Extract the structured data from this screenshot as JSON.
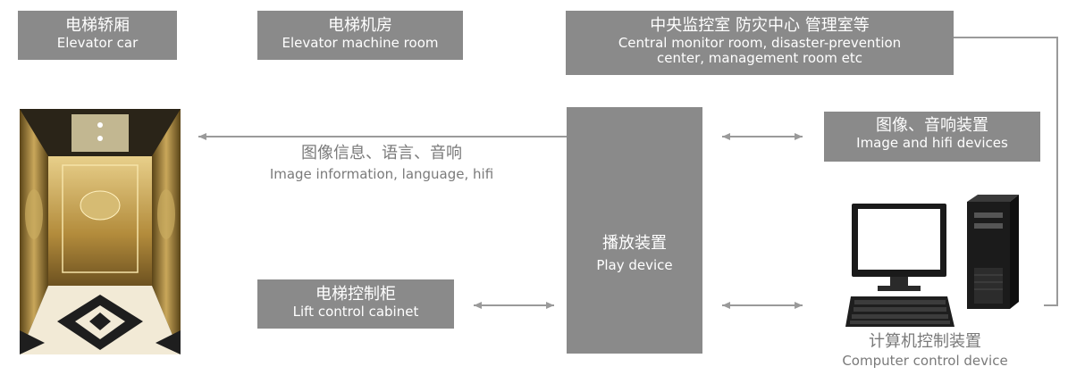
{
  "nodes": {
    "elevator_car": {
      "zh": "电梯轿厢",
      "en": "Elevator car"
    },
    "machine_room": {
      "zh": "电梯机房",
      "en": "Elevator machine room"
    },
    "central_monitor": {
      "zh": "中央监控室 防灾中心 管理室等",
      "en_line1": "Central monitor room, disaster-prevention",
      "en_line2": "center, management room etc"
    },
    "av_devices": {
      "zh": "图像、音响装置",
      "en": "Image and hifi devices"
    },
    "lift_cabinet": {
      "zh": "电梯控制柜",
      "en": "Lift control cabinet"
    },
    "play_device": {
      "zh": "播放装置",
      "en": "Play device"
    },
    "computer_control": {
      "zh": "计算机控制装置",
      "en": "Computer control device"
    }
  },
  "flows": {
    "to_car": {
      "zh": "图像信息、语言、音响",
      "en": "Image information, language, hifi"
    }
  },
  "colors": {
    "box": "#8a8a8a",
    "line": "#9a9a9a",
    "label_text": "#7a7a7a"
  }
}
